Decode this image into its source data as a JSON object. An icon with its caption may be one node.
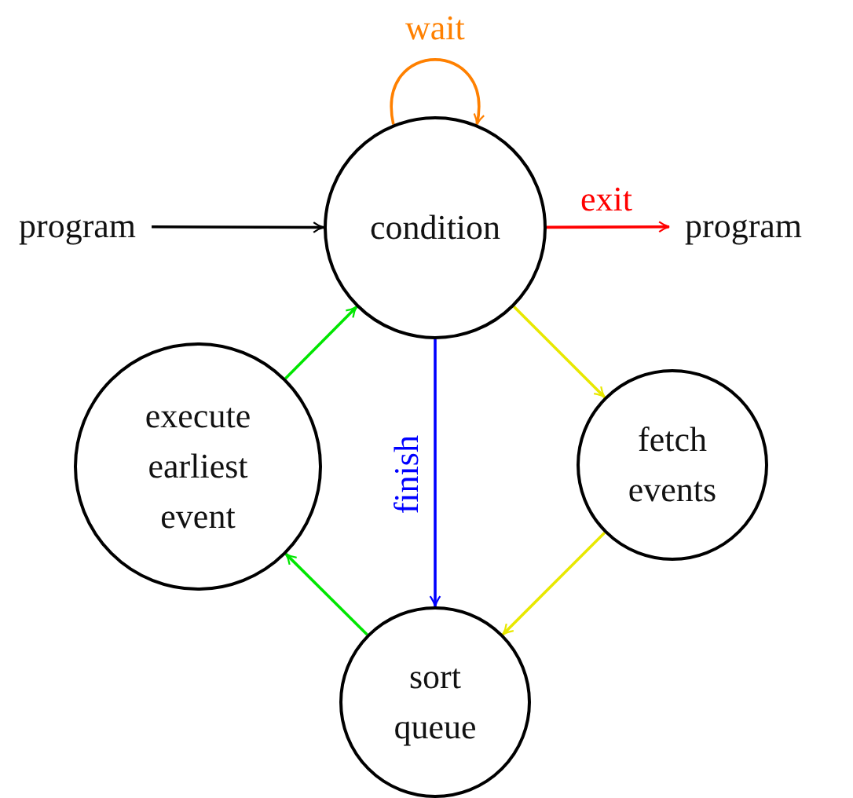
{
  "diagram": {
    "nodes": [
      {
        "text": [
          "program"
        ]
      },
      {
        "text": [
          "condition"
        ]
      },
      {
        "text": [
          "program"
        ]
      },
      {
        "text": [
          "execute earliest event"
        ]
      },
      {
        "text": [
          "fetch events"
        ]
      },
      {
        "text": [
          "sort queue"
        ]
      }
    ],
    "edges": [
      {
        "from": 1,
        "to": 1,
        "arrow": "to",
        "label": "wait",
        "color": "#ff8000"
      },
      {
        "from": 0,
        "to": 1,
        "arrow": "to",
        "color": "#000000"
      },
      {
        "from": 1,
        "to": 2,
        "arrow": "to",
        "label": "exit",
        "color": "#ff0000"
      },
      {
        "from": 1,
        "to": 4,
        "arrow": "to",
        "color": "#e8e800"
      },
      {
        "from": 4,
        "to": 5,
        "arrow": "to",
        "color": "#e8e800"
      },
      {
        "from": 5,
        "to": 3,
        "arrow": "to",
        "color": "#00e600"
      },
      {
        "from": 3,
        "to": 1,
        "arrow": "to",
        "color": "#00e600"
      },
      {
        "from": 1,
        "to": 5,
        "arrow": "to",
        "label": "finish",
        "color": "#0000ff"
      }
    ]
  }
}
